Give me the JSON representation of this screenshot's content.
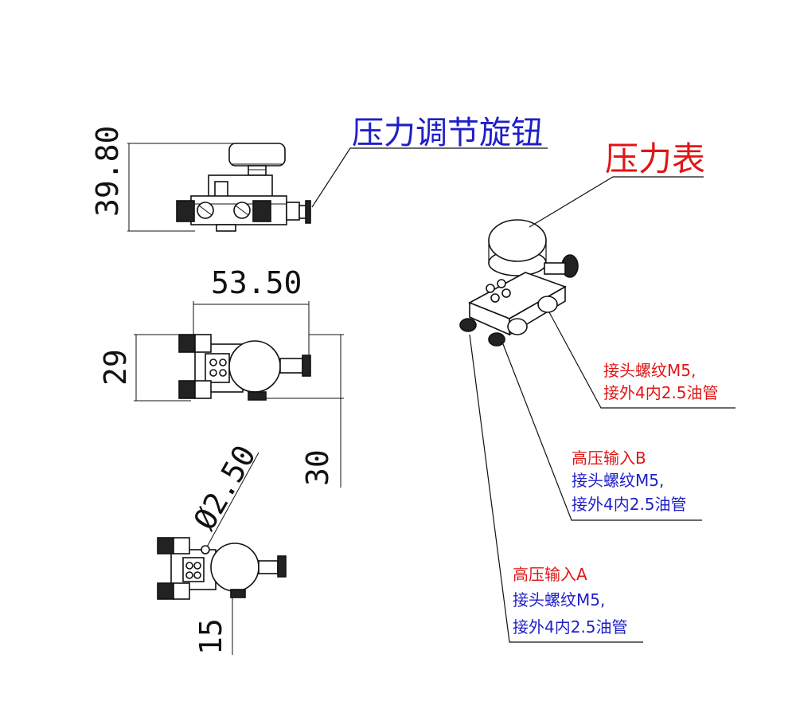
{
  "dimensions": {
    "height_side": "39.80",
    "width_top": "53.50",
    "height_top": "29",
    "offset_right": "30",
    "diameter": "Ø2.50",
    "bottom_width": "15"
  },
  "labels": {
    "knob": "压力调节旋钮",
    "gauge": "压力表",
    "note1": {
      "line1": "接头螺纹M5,",
      "line2": "接外4内2.5油管"
    },
    "input_b": {
      "title": "高压输入B",
      "line1": "接头螺纹M5,",
      "line2": "接外4内2.5油管"
    },
    "input_a": {
      "title": "高压输入A",
      "line1": "接头螺纹M5,",
      "line2": "接外4内2.5油管"
    }
  },
  "colors": {
    "blue": "#1f1fc8",
    "red": "#e01616",
    "line": "#111111"
  }
}
